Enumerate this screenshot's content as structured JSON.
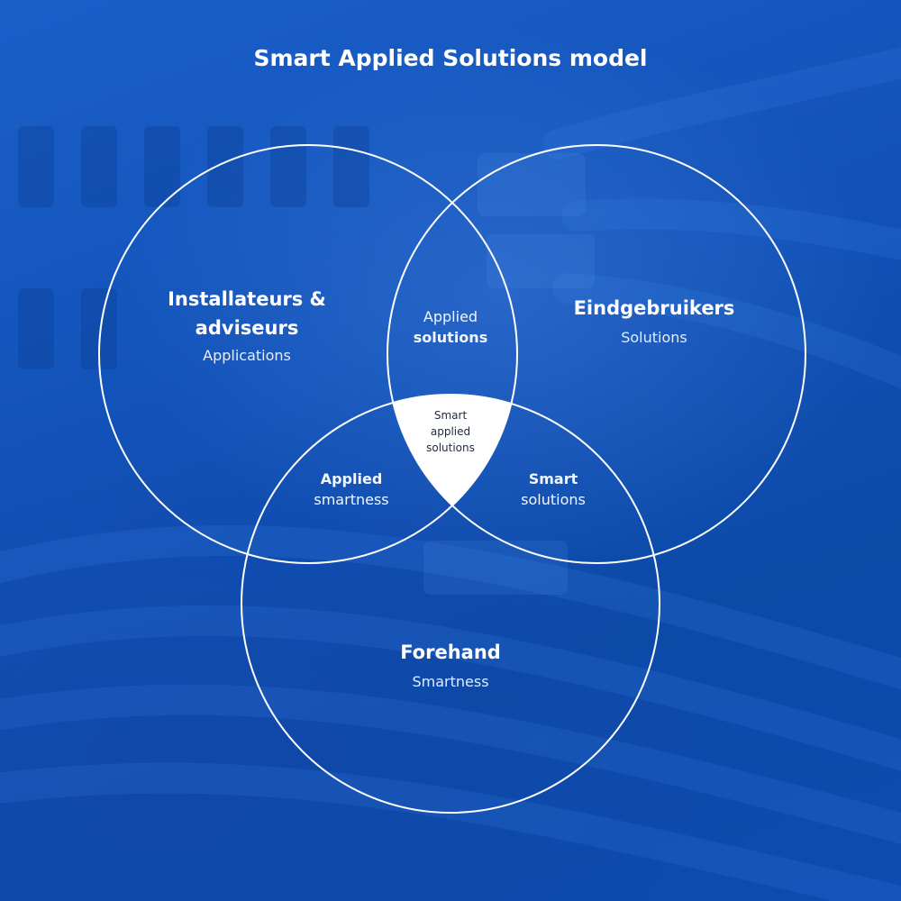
{
  "title": "Smart Applied Solutions model",
  "colors": {
    "background": "#1456bf",
    "outline": "#ffffff",
    "center_fill": "#ffffff",
    "center_text": "#1f2a3a"
  },
  "circles": [
    {
      "id": "left",
      "heading_line1": "Installateurs &",
      "heading_line2": "adviseurs",
      "sub": "Applications"
    },
    {
      "id": "right",
      "heading": "Eindgebruikers",
      "sub": "Solutions"
    },
    {
      "id": "bottom",
      "heading": "Forehand",
      "sub": "Smartness"
    }
  ],
  "overlaps": {
    "left_right": {
      "line1": "Applied",
      "line2": "solutions"
    },
    "left_bottom": {
      "line1": "Applied",
      "line2": "smartness"
    },
    "right_bottom": {
      "line1": "Smart",
      "line2": "solutions"
    }
  },
  "center": {
    "line1": "Smart",
    "line2": "applied",
    "line3": "solutions"
  }
}
